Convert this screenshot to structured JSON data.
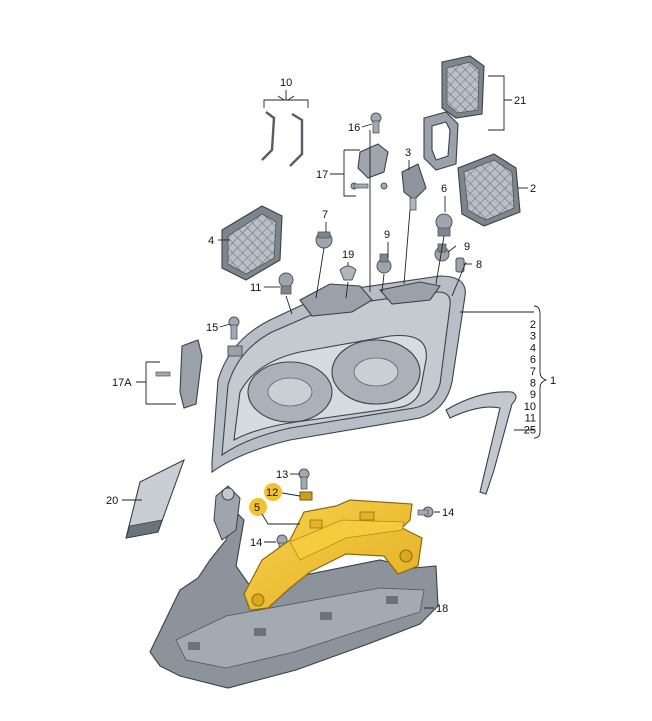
{
  "diagram": {
    "labels": {
      "p10": "10",
      "p21": "21",
      "p16": "16",
      "p3": "3",
      "p2": "2",
      "p17": "17",
      "p6": "6",
      "p7": "7",
      "p4": "4",
      "p9a": "9",
      "p9b": "9",
      "p19": "19",
      "p8": "8",
      "p11": "11",
      "p15": "15",
      "p17a": "17A",
      "p20": "20",
      "p13": "13",
      "p12": "12",
      "p5": "5",
      "p14a": "14",
      "p14b": "14",
      "p18": "18",
      "p1": "1"
    },
    "group1": [
      "2",
      "3",
      "4",
      "6",
      "7",
      "8",
      "9",
      "10",
      "11",
      "25"
    ],
    "colors": {
      "housing": "#b8bec5",
      "lens": "#d3d8dd",
      "highlight_bracket": "#f2c230",
      "bracket_outline": "#8a6a10",
      "bracket_edge": "#d9a81c",
      "support": "#8c939b",
      "support_dark": "#6b737b",
      "panel": "#c9ced4",
      "line": "#222222"
    }
  }
}
